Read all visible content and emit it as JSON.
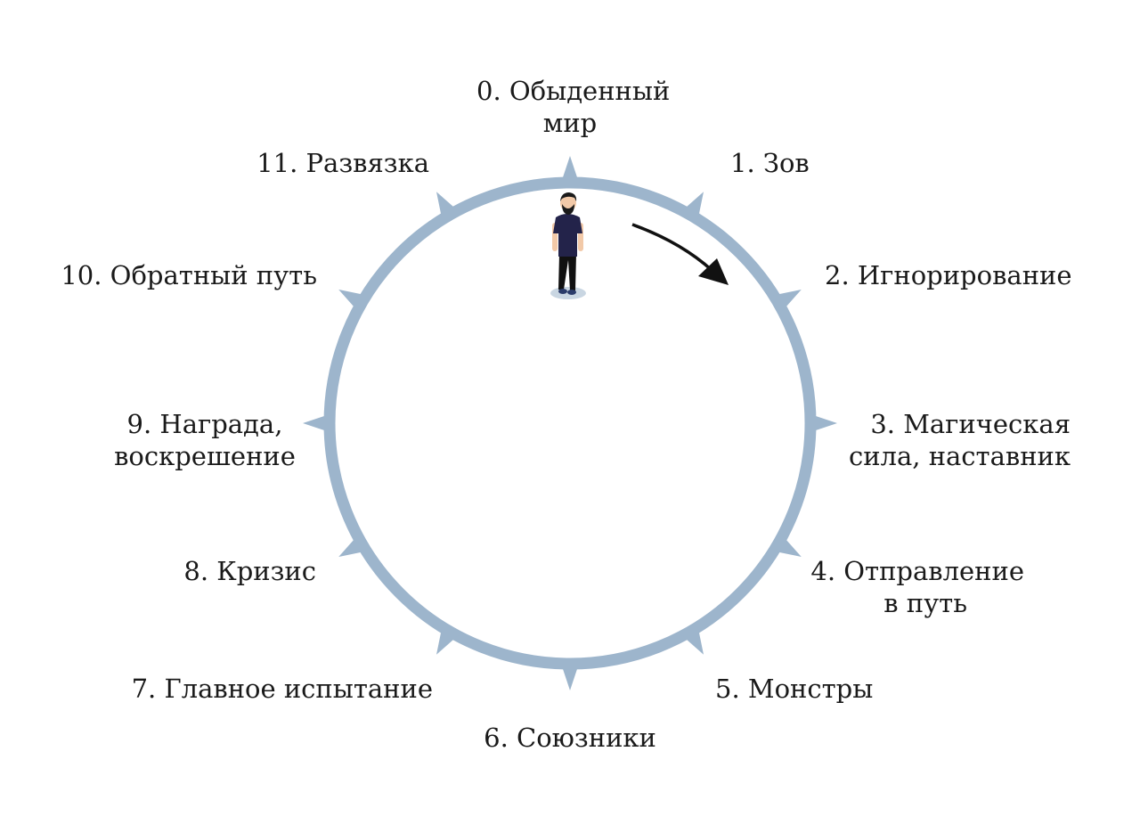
{
  "diagram": {
    "ring_color": "#9db5cc",
    "arrow_color": "#111111",
    "stages": [
      {
        "id": 0,
        "lines": [
          "0. Обыденный",
          "мир"
        ]
      },
      {
        "id": 1,
        "lines": [
          "1. Зов"
        ]
      },
      {
        "id": 2,
        "lines": [
          "2. Игнорирование"
        ]
      },
      {
        "id": 3,
        "lines": [
          "3. Магическая",
          "сила, наставник"
        ]
      },
      {
        "id": 4,
        "lines": [
          "4. Отправление",
          "в путь"
        ]
      },
      {
        "id": 5,
        "lines": [
          "5. Монстры"
        ]
      },
      {
        "id": 6,
        "lines": [
          "6. Союзники"
        ]
      },
      {
        "id": 7,
        "lines": [
          "7. Главное испытание"
        ]
      },
      {
        "id": 8,
        "lines": [
          "8. Кризис"
        ]
      },
      {
        "id": 9,
        "lines": [
          "9. Награда,",
          "воскрешение"
        ]
      },
      {
        "id": 10,
        "lines": [
          "10. Обратный путь"
        ]
      },
      {
        "id": 11,
        "lines": [
          "11. Развязка"
        ]
      }
    ],
    "hero": {
      "icon": "person-icon",
      "shirt_color": "#23234a",
      "pants_color": "#111111",
      "skin_color": "#f2c9a8",
      "hair_color": "#1a1a1a",
      "shadow_color": "#c9d6e2"
    }
  }
}
